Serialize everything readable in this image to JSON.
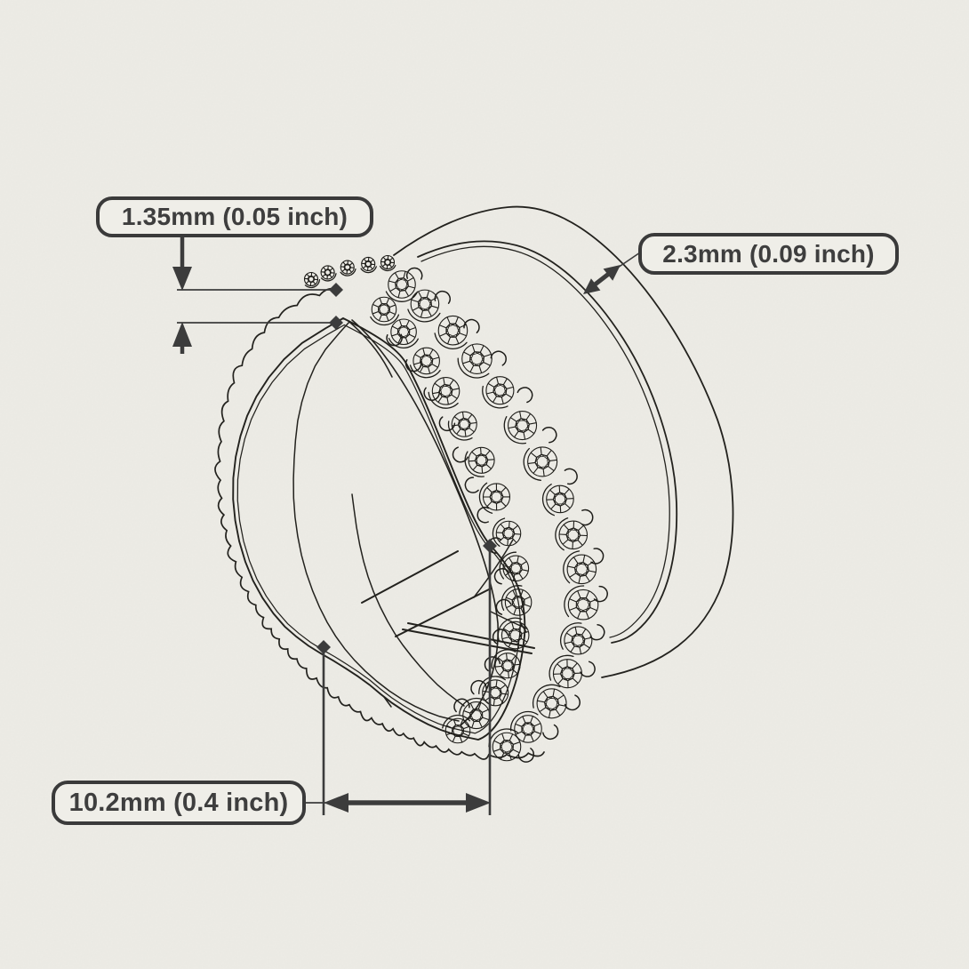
{
  "page": {
    "background_color": "#edece6",
    "ink_color": "#23221e",
    "annotation_color": "#3a3a3a",
    "description": "Technical drawing of a two-row pave eternity ring band with dimension callouts"
  },
  "labels": {
    "band_height": "1.35mm (0.05 inch)",
    "band_width": "2.3mm (0.09 inch)",
    "inner_diameter": "10.2mm (0.4 inch)"
  }
}
